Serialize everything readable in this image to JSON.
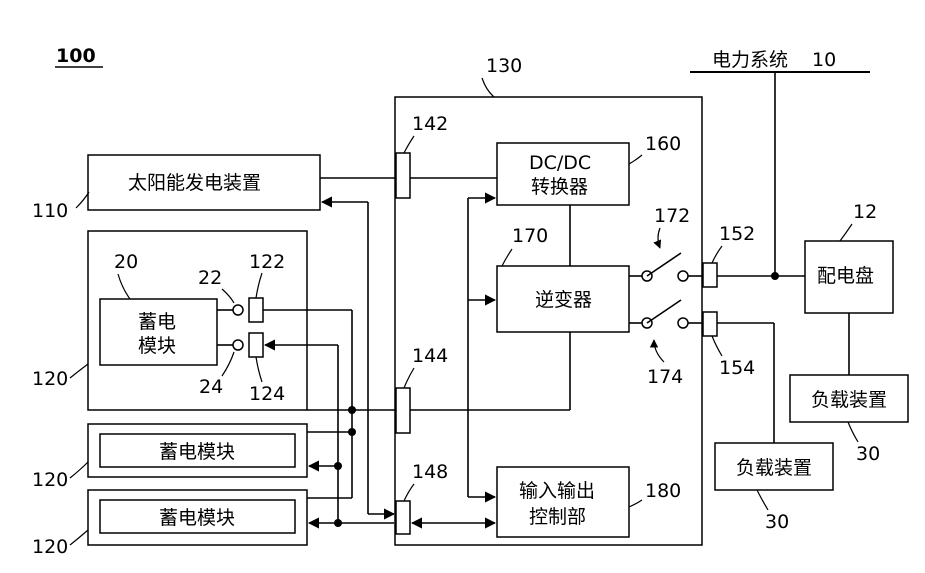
{
  "figure_label": "100",
  "labels": {
    "grid_title": "电力系统",
    "grid_ref": "10",
    "pcs_ref": "130",
    "solar": "太阳能发电装置",
    "solar_ref": "110",
    "dcdc_line1": "DC/DC",
    "dcdc_line2": "转换器",
    "dcdc_ref": "160",
    "inverter": "逆变器",
    "inverter_ref": "170",
    "io_line1": "输入输出",
    "io_line2": "控制部",
    "io_ref": "180",
    "panel": "配电盘",
    "panel_ref": "12",
    "load": "负载装置",
    "load_ref": "30",
    "battery": "蓄电模块",
    "battery_line1": "蓄电",
    "battery_line2": "模块",
    "battery_ref": "20",
    "storage_ref": "120",
    "terminal_22": "22",
    "terminal_24": "24",
    "port_122": "122",
    "port_124": "124",
    "port_142": "142",
    "port_144": "144",
    "port_148": "148",
    "port_152": "152",
    "port_154": "154",
    "switch_172": "172",
    "switch_174": "174"
  }
}
